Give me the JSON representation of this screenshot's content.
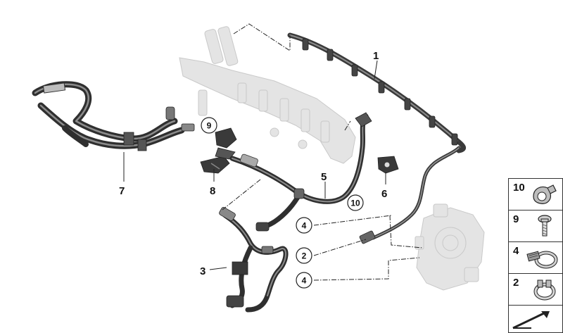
{
  "callouts": {
    "c1": "1",
    "c2": "2",
    "c3": "3",
    "c4": "4",
    "c5": "5",
    "c6": "6",
    "c7": "7",
    "c8": "8",
    "c9": "9",
    "c10": "10"
  },
  "legend": {
    "items": [
      {
        "num": "10",
        "icon": "hose-clip-icon"
      },
      {
        "num": "9",
        "icon": "bolt-icon"
      },
      {
        "num": "4",
        "icon": "hose-clamp-icon"
      },
      {
        "num": "2",
        "icon": "spring-clamp-icon"
      }
    ],
    "footer_icon": "arrow-icon"
  },
  "colors": {
    "hose": "#2f2f2f",
    "hose_highlight": "#8c8c8c",
    "ghost_part": "#e4e4e4",
    "line": "#222222"
  }
}
